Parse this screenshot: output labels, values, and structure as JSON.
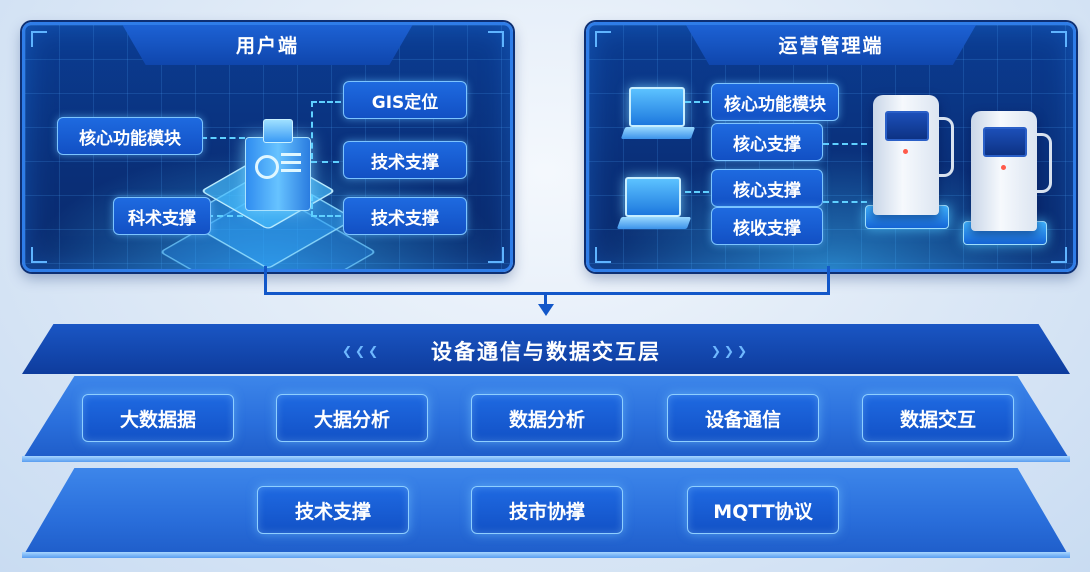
{
  "user_panel": {
    "title": "用户端",
    "modules": {
      "gis": "GIS定位",
      "core": "核心功能模块",
      "tech1": "技术支撑",
      "sci": "科术支撑",
      "tech2": "技术支撑"
    }
  },
  "ops_panel": {
    "title": "运营管理端",
    "modules": {
      "core_func": "核心功能模块",
      "core_support1": "核心支撑",
      "core_support2": "核心支撑",
      "core_receive": "核收支撑"
    }
  },
  "layers": {
    "comm_title": "设备通信与数据交互层",
    "row1": [
      "大数据据",
      "大据分析",
      "数据分析",
      "设备通信",
      "数据交互"
    ],
    "row2": [
      "技术支撑",
      "技市协撑",
      "MQTT协议"
    ]
  },
  "colors": {
    "panel_bg": "#0b3d93",
    "accent": "#2f7de8",
    "module_bg": "#1e6ae0",
    "page_bg": "#dce8f6"
  }
}
